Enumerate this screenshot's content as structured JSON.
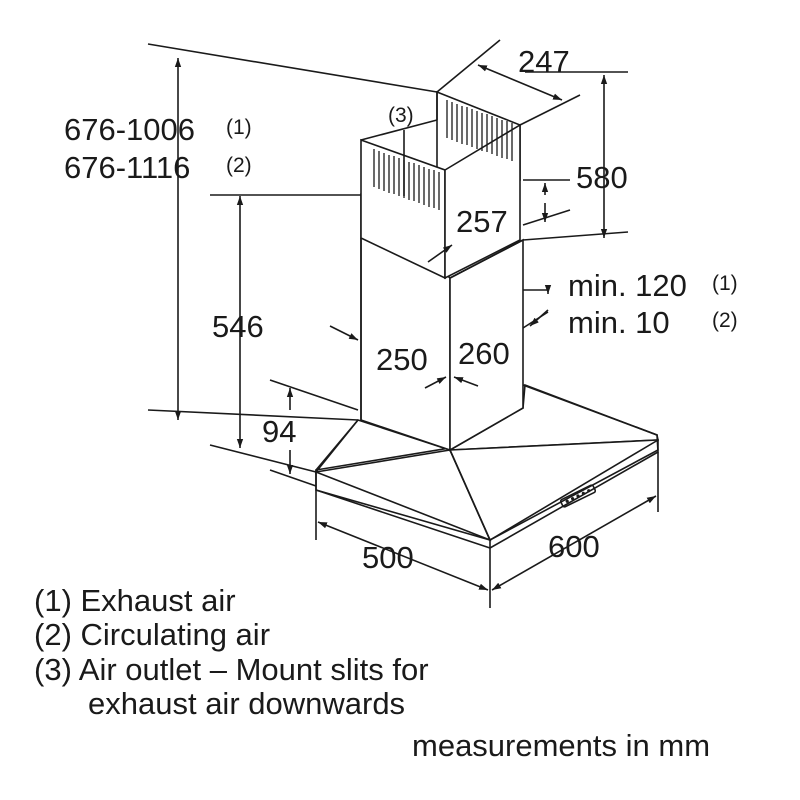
{
  "dimensions": {
    "total_height_1": "676-1006",
    "total_height_1_note": "(1)",
    "total_height_2": "676-1116",
    "total_height_2_note": "(2)",
    "chimney_height": "546",
    "canopy_height": "94",
    "outer_chimney_width": "247",
    "outer_chimney_height": "580",
    "inner_chimney_width": "257",
    "chimney_depth": "250",
    "chimney_width": "260",
    "clearance_1": "min. 120",
    "clearance_1_note": "(1)",
    "clearance_2": "min. 10",
    "clearance_2_note": "(2)",
    "depth": "500",
    "width": "600",
    "outlet_marker": "(3)"
  },
  "legend": {
    "item_1": "(1) Exhaust air",
    "item_2": "(2) Circulating air",
    "item_3_line_1": "(3) Air outlet – Mount slits for",
    "item_3_line_2": "exhaust air downwards"
  },
  "footer": {
    "units_note": "measurements in mm"
  }
}
